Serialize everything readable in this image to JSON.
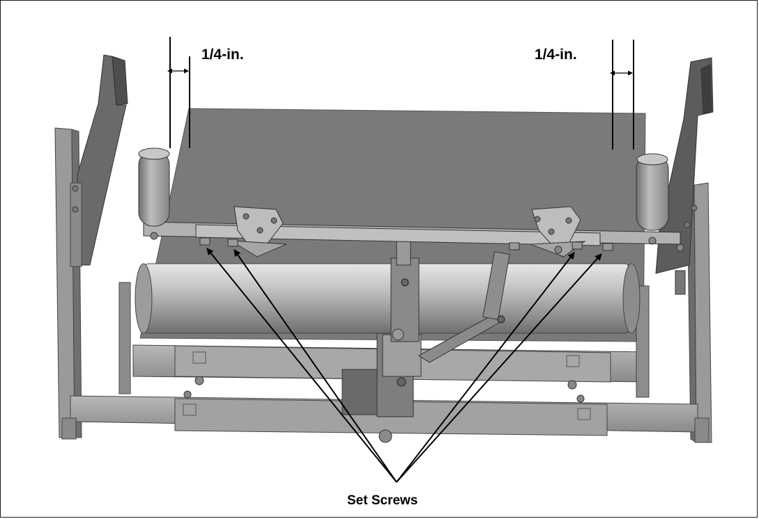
{
  "figure": {
    "dimension_left": "1/4-in.",
    "dimension_right": "1/4-in.",
    "callout": "Set Screws"
  },
  "colors": {
    "frame": "#8e8e8e",
    "frame_dark": "#5a5a5a",
    "plate": "#7d7d7d",
    "roller": "#b4b4b4",
    "line": "#000000"
  },
  "icons": [
    "double-arrow-icon",
    "arrow-icon"
  ]
}
